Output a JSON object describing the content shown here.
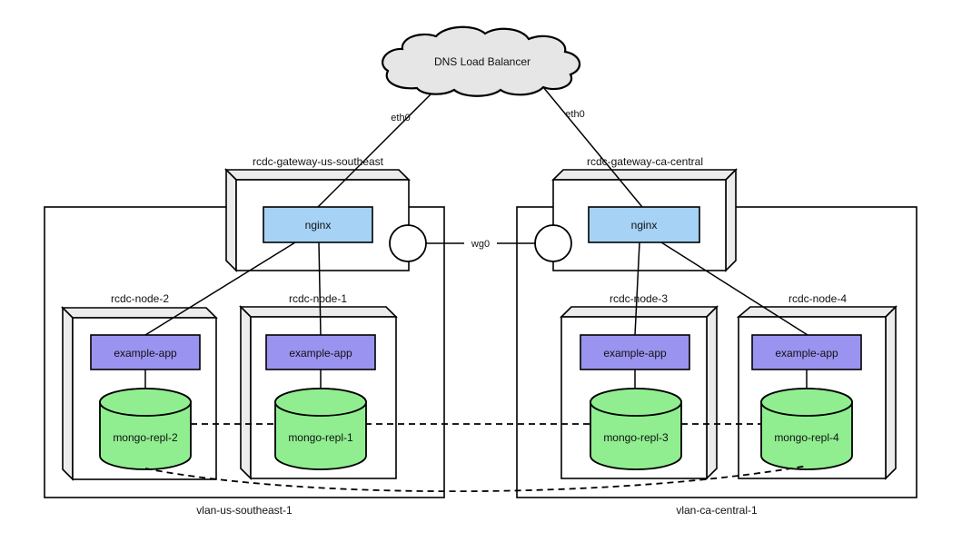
{
  "cloud": {
    "label": "DNS Load Balancer"
  },
  "interfaces": {
    "eth0_left": "eth0",
    "eth0_right": "eth0",
    "wg0": "wg0"
  },
  "gateways": {
    "left": {
      "title": "rcdc-gateway-us-southeast",
      "service": "nginx"
    },
    "right": {
      "title": "rcdc-gateway-ca-central",
      "service": "nginx"
    }
  },
  "vlans": {
    "left": {
      "label": "vlan-us-southeast-1"
    },
    "right": {
      "label": "vlan-ca-central-1"
    }
  },
  "nodes": {
    "node2": {
      "title": "rcdc-node-2",
      "app": "example-app",
      "db": "mongo-repl-2"
    },
    "node1": {
      "title": "rcdc-node-1",
      "app": "example-app",
      "db": "mongo-repl-1"
    },
    "node3": {
      "title": "rcdc-node-3",
      "app": "example-app",
      "db": "mongo-repl-3"
    },
    "node4": {
      "title": "rcdc-node-4",
      "app": "example-app",
      "db": "mongo-repl-4"
    }
  },
  "colors": {
    "nginx": "#a5d2f5",
    "app": "#9b93f0",
    "db": "#90ee90",
    "box_face": "#ececec",
    "cloud": "#e6e6e6",
    "front": "#ffffff",
    "line": "#000000"
  }
}
